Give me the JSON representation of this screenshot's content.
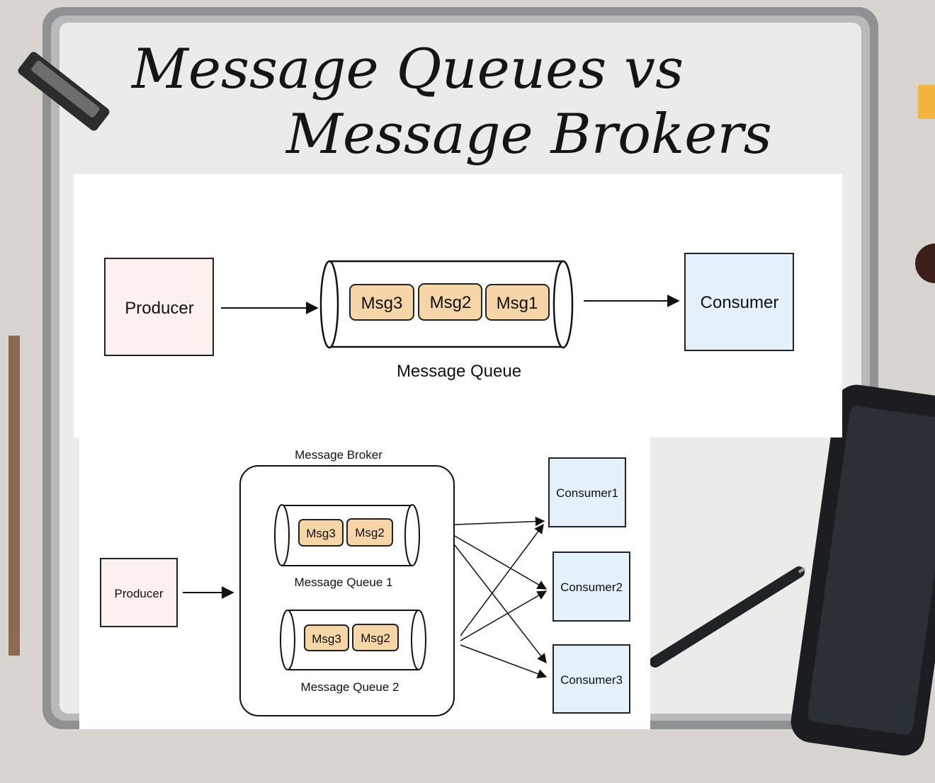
{
  "title": {
    "line1": "Message Queues vs",
    "line2": "Message Brokers"
  },
  "queue_diagram": {
    "producer": "Producer",
    "consumer": "Consumer",
    "messages": [
      "Msg3",
      "Msg2",
      "Msg1"
    ],
    "queue_label": "Message Queue"
  },
  "broker_diagram": {
    "broker_label": "Message Broker",
    "producer": "Producer",
    "queues": [
      {
        "label": "Message Queue 1",
        "messages": [
          "Msg3",
          "Msg2"
        ]
      },
      {
        "label": "Message Queue 2",
        "messages": [
          "Msg3",
          "Msg2"
        ]
      }
    ],
    "consumers": [
      "Consumer1",
      "Consumer2",
      "Consumer3"
    ]
  },
  "colors": {
    "producer_fill": "#fdf1ef",
    "consumer_fill": "#e4f1fb",
    "message_fill": "#f6d5a6",
    "whiteboard": "#e9e9e7",
    "desk": "#d9d6d1",
    "frame": "#9a9c9e"
  }
}
